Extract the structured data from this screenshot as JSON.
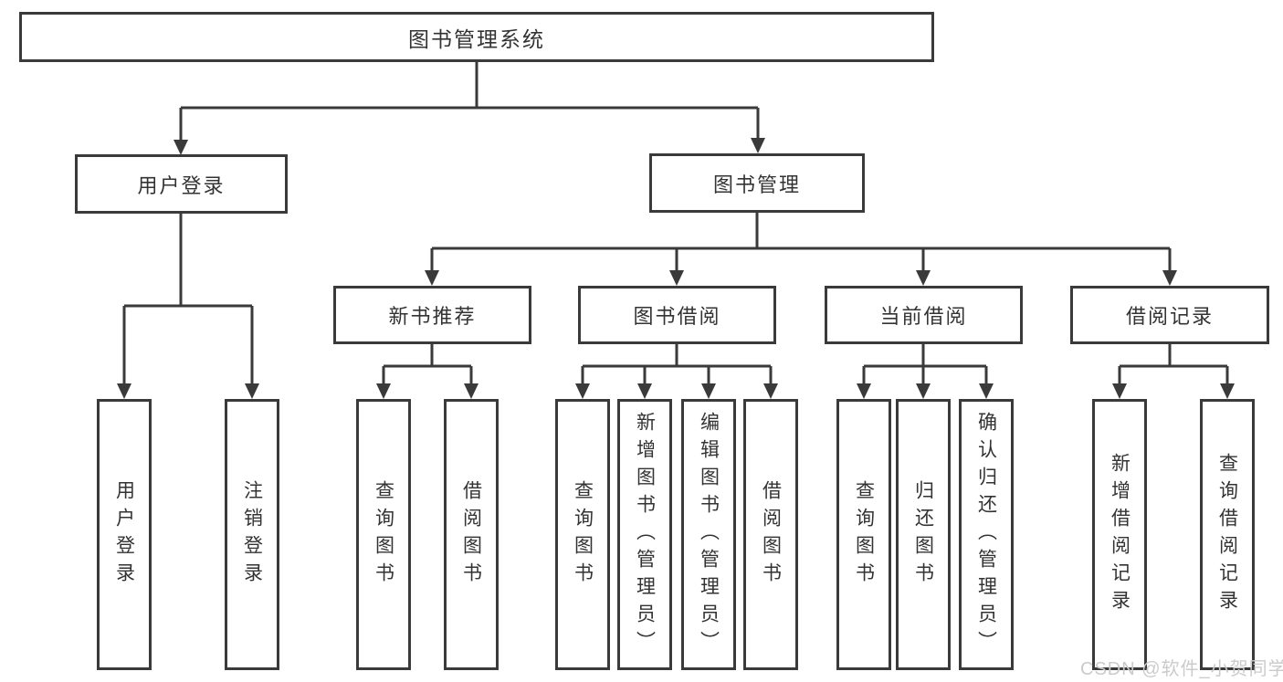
{
  "root": {
    "label": "图书管理系统"
  },
  "branches": [
    {
      "label": "用户登录",
      "children": [
        {
          "label": "用户登录"
        },
        {
          "label": "注销登录"
        }
      ]
    },
    {
      "label": "图书管理",
      "children": [
        {
          "label": "新书推荐",
          "children": [
            {
              "label": "查询图书"
            },
            {
              "label": "借阅图书"
            }
          ]
        },
        {
          "label": "图书借阅",
          "children": [
            {
              "label": "查询图书"
            },
            {
              "label": "新增图书（管理员）"
            },
            {
              "label": "编辑图书（管理员）"
            },
            {
              "label": "借阅图书"
            }
          ]
        },
        {
          "label": "当前借阅",
          "children": [
            {
              "label": "查询图书"
            },
            {
              "label": "归还图书"
            },
            {
              "label": "确认归还（管理员）"
            }
          ]
        },
        {
          "label": "借阅记录",
          "children": [
            {
              "label": "新增借阅记录"
            },
            {
              "label": "查询借阅记录"
            }
          ]
        }
      ]
    }
  ],
  "watermark": "CSDN @软件_小贺同学",
  "colors": {
    "line": "#3a3a3a",
    "box_border": "#3a3a3a",
    "text": "#333333",
    "watermark": "#cbcbcb",
    "background": "#ffffff"
  }
}
